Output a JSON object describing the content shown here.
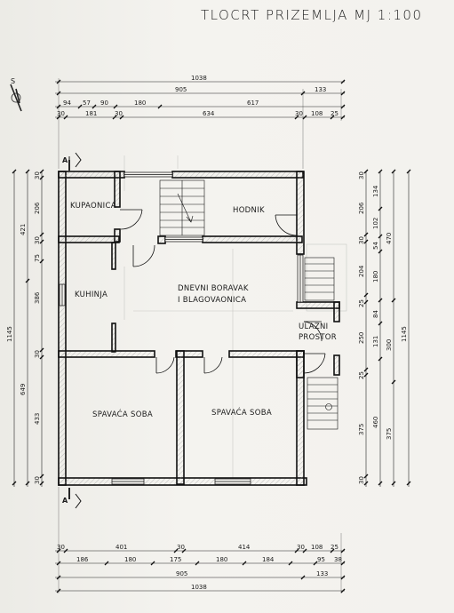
{
  "title": "TLOCRT PRIZEMLJA   MJ 1:100",
  "north_label": "S",
  "section_label": "A",
  "rooms": {
    "kupaonica": "KUPAONICA",
    "hodnik": "HODNIK",
    "kuhinja": "KUHINJA",
    "dnevni_1": "DNEVNI BORAVAK",
    "dnevni_2": "I BLAGOVAONICA",
    "ulazni_1": "ULAZNI",
    "ulazni_2": "PROSTOR",
    "spavaca_1": "SPAVAĆA SOBA",
    "spavaca_2": "SPAVAĆA SOBA"
  },
  "dims": {
    "top_total": "1038",
    "top_a": [
      "905",
      "133"
    ],
    "top_b": [
      "94",
      "57",
      "90",
      "180",
      "617"
    ],
    "top_c": [
      "30",
      "181",
      "30",
      "634",
      "30",
      "108",
      "25"
    ],
    "bot_c": [
      "30",
      "401",
      "30",
      "414",
      "30",
      "108",
      "25"
    ],
    "bot_b": [
      "186",
      "180",
      "175",
      "180",
      "184",
      "95",
      "38"
    ],
    "bot_a": [
      "905",
      "133"
    ],
    "bot_total": "1038",
    "left_total": "1145",
    "left_a": [
      "421",
      "649"
    ],
    "left_b": [
      "30",
      "206",
      "30",
      "75",
      "386",
      "30",
      "433",
      "30"
    ],
    "right_total": "1145",
    "right_a": [
      "470",
      "300",
      "375"
    ],
    "right_b": [
      "134",
      "102",
      "54",
      "180",
      "84",
      "131",
      "460"
    ],
    "right_c": [
      "30",
      "206",
      "30",
      "204",
      "25",
      "250",
      "25",
      "375",
      "30"
    ]
  }
}
